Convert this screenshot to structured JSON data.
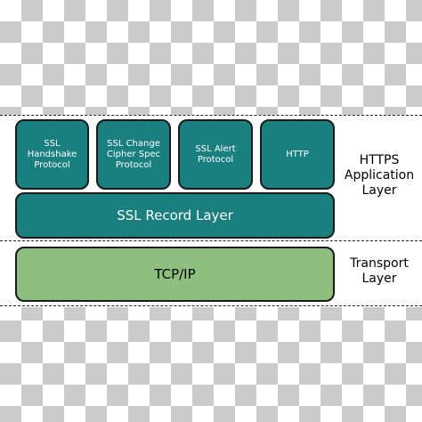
{
  "diagram": {
    "protocols": [
      {
        "label": "SSL\nHandshake\nProtocol"
      },
      {
        "label": "SSL Change\nCipher Spec\nProtocol"
      },
      {
        "label": "SSL Alert\nProtocol"
      },
      {
        "label": "HTTP"
      }
    ],
    "record_layer": "SSL Record Layer",
    "tcp_layer": "TCP/IP",
    "application_layer_label": "HTTPS\nApplication\nLayer",
    "transport_layer_label": "Transport\nLayer",
    "colors": {
      "teal": "#1a7f7f",
      "green": "#8fbf7f",
      "border": "#1a1a1a"
    }
  }
}
